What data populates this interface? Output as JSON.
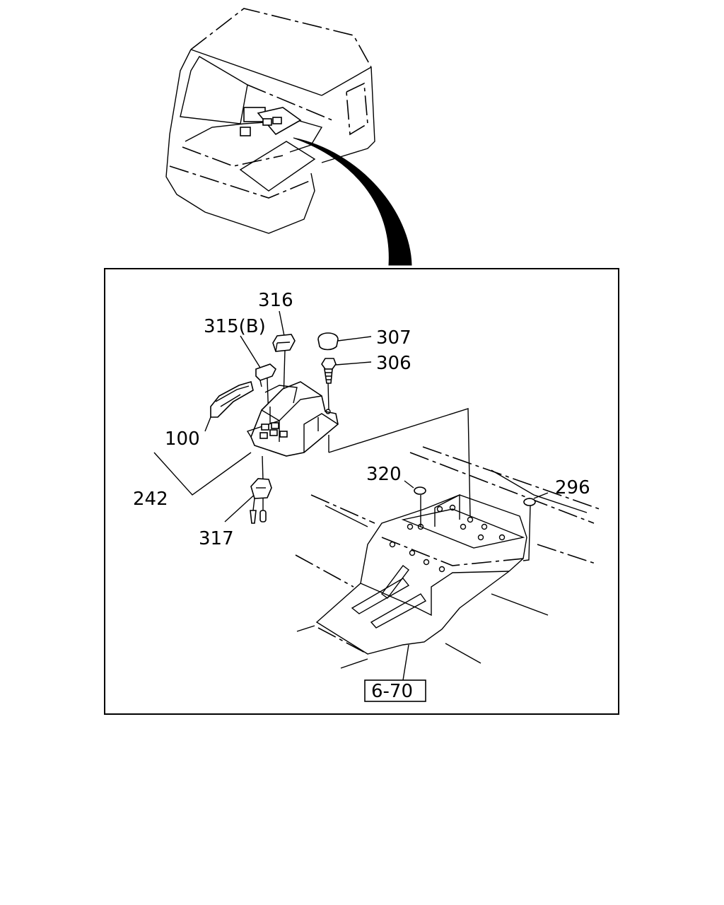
{
  "callouts": {
    "p316": "316",
    "p315b": "315(B)",
    "p307": "307",
    "p306": "306",
    "p100": "100",
    "p242": "242",
    "p317": "317",
    "p320": "320",
    "p296": "296"
  },
  "reference": {
    "label": "6-70"
  }
}
